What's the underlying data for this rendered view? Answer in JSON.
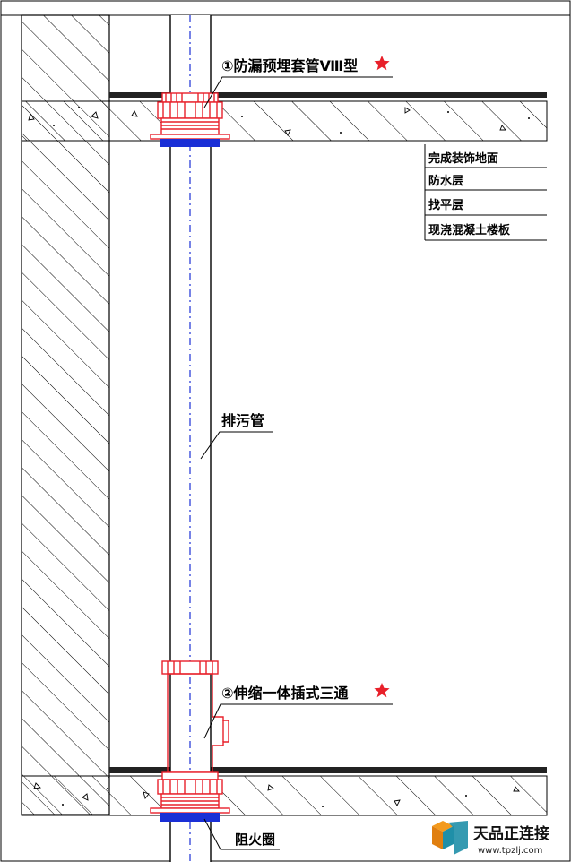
{
  "labels": {
    "fitting1": "①防漏预埋套管Ⅷ型",
    "fitting2": "②伸缩一体插式三通",
    "pipe": "排污管",
    "firestop": "阻火圈"
  },
  "layers": [
    "完成装饰地面",
    "防水层",
    "找平层",
    "现浇混凝土楼板"
  ],
  "watermark": {
    "brand": "天品正连接",
    "url": "www.tpzlj.com"
  },
  "colors": {
    "fitting": "#e8202a",
    "firestop_ring": "#1a2fd6",
    "centerline": "#1a2fd6",
    "star": "#e8202a",
    "logo_orange": "#f39a1e",
    "logo_teal": "#1f8fa8"
  }
}
